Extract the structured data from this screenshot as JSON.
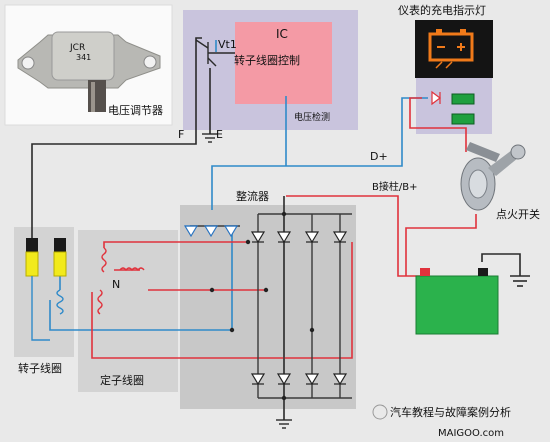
{
  "labels": {
    "regulator": "电压调节器",
    "ic": "IC",
    "vt1": "Vt1",
    "rotor_coil_control": "转子线圈控制",
    "voltage_detect": "电压检测",
    "charge_lamp": "仪表的充电指示灯",
    "f_terminal": "F",
    "e_terminal": "E",
    "d_plus": "D+",
    "b_terminal": "B接柱/B+",
    "ignition_switch": "点火开关",
    "rectifier": "整流器",
    "neutral": "N",
    "rotor_coil": "转子线圈",
    "stator_coil": "定子线圈"
  },
  "chip": {
    "brand": "JCR",
    "model": "341"
  },
  "watermark": {
    "brand_line": "汽车教程与故障案例分析",
    "site": "MAIGOO.com"
  },
  "colors": {
    "background": "#e9e9e9",
    "regulator_panel": "#c9c4dd",
    "ic_block": "#f49aa5",
    "rectifier_panel": "#c8c8c8",
    "stator_panel": "#d2d2d2",
    "wire_blue": "#2f8ac9",
    "wire_red": "#e0323c",
    "wire_black": "#2a2a2a",
    "diode_blue": "#2a74c0",
    "battery": "#2bb24c",
    "lamp_glow": "#f07a1a",
    "brush_yellow": "#f2ea1c",
    "connector_green": "#1f9f3f"
  }
}
